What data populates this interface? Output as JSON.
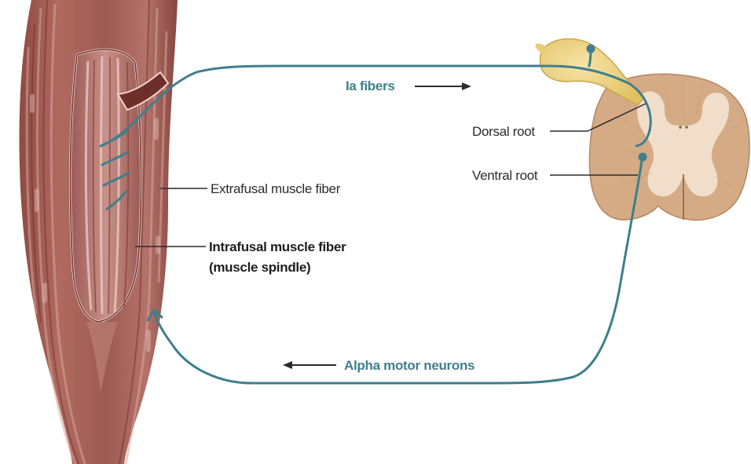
{
  "labels": {
    "ia_fibers": "Ia fibers",
    "dorsal_root": "Dorsal root",
    "ventral_root": "Ventral root",
    "extrafusal": "Extrafusal muscle fiber",
    "intrafusal_line1": "Intrafusal muscle fiber",
    "intrafusal_line2": "(muscle spindle)",
    "alpha_motor": "Alpha motor neurons"
  },
  "colors": {
    "nerve": "#3e7f8c",
    "muscle": "#a45f55",
    "muscle_dark": "#6e2f2a",
    "ganglion": "#ecd27a",
    "spinal_cord": "#d4ab85",
    "gray_matter": "#f3e3d3"
  }
}
